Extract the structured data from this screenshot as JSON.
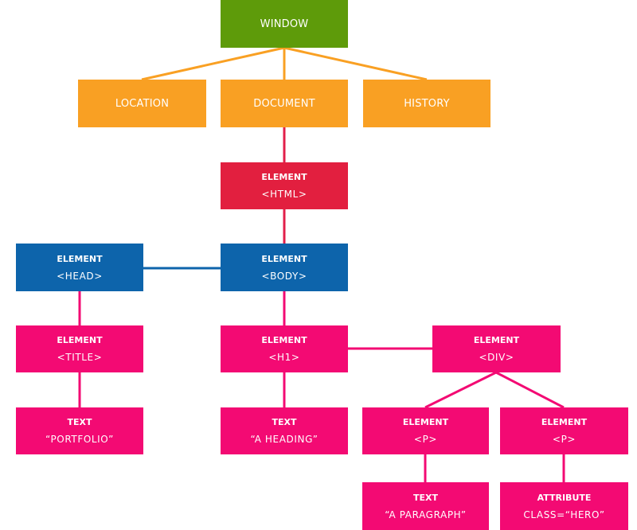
{
  "colors": {
    "window": "#5e9b0a",
    "bom": "#f9a023",
    "html": "#e21f3f",
    "head_body": "#0d64ab",
    "element": "#f30a73",
    "line_bom": "#f9a023",
    "line_html": "#e21f4a",
    "line_blue": "#0d64ab",
    "line_pink": "#f30a73"
  },
  "nodes": {
    "window": {
      "label": "WINDOW"
    },
    "location": {
      "label": "LOCATION"
    },
    "document": {
      "label": "DOCUMENT"
    },
    "history": {
      "label": "HISTORY"
    },
    "html": {
      "kind": "ELEMENT",
      "value": "<HTML>"
    },
    "head": {
      "kind": "ELEMENT",
      "value": "<HEAD>"
    },
    "body": {
      "kind": "ELEMENT",
      "value": "<BODY>"
    },
    "title": {
      "kind": "ELEMENT",
      "value": "<TITLE>"
    },
    "h1": {
      "kind": "ELEMENT",
      "value": "<H1>"
    },
    "div": {
      "kind": "ELEMENT",
      "value": "<DIV>"
    },
    "portfolio": {
      "kind": "TEXT",
      "value": "“PORTFOLIO”"
    },
    "heading": {
      "kind": "TEXT",
      "value": "“A HEADING”"
    },
    "p1": {
      "kind": "ELEMENT",
      "value": "<P>"
    },
    "p2": {
      "kind": "ELEMENT",
      "value": "<P>"
    },
    "paragraph": {
      "kind": "TEXT",
      "value": "“A PARAGRAPH”"
    },
    "attribute": {
      "kind": "ATTRIBUTE",
      "value": "CLASS=“HERO”"
    }
  }
}
